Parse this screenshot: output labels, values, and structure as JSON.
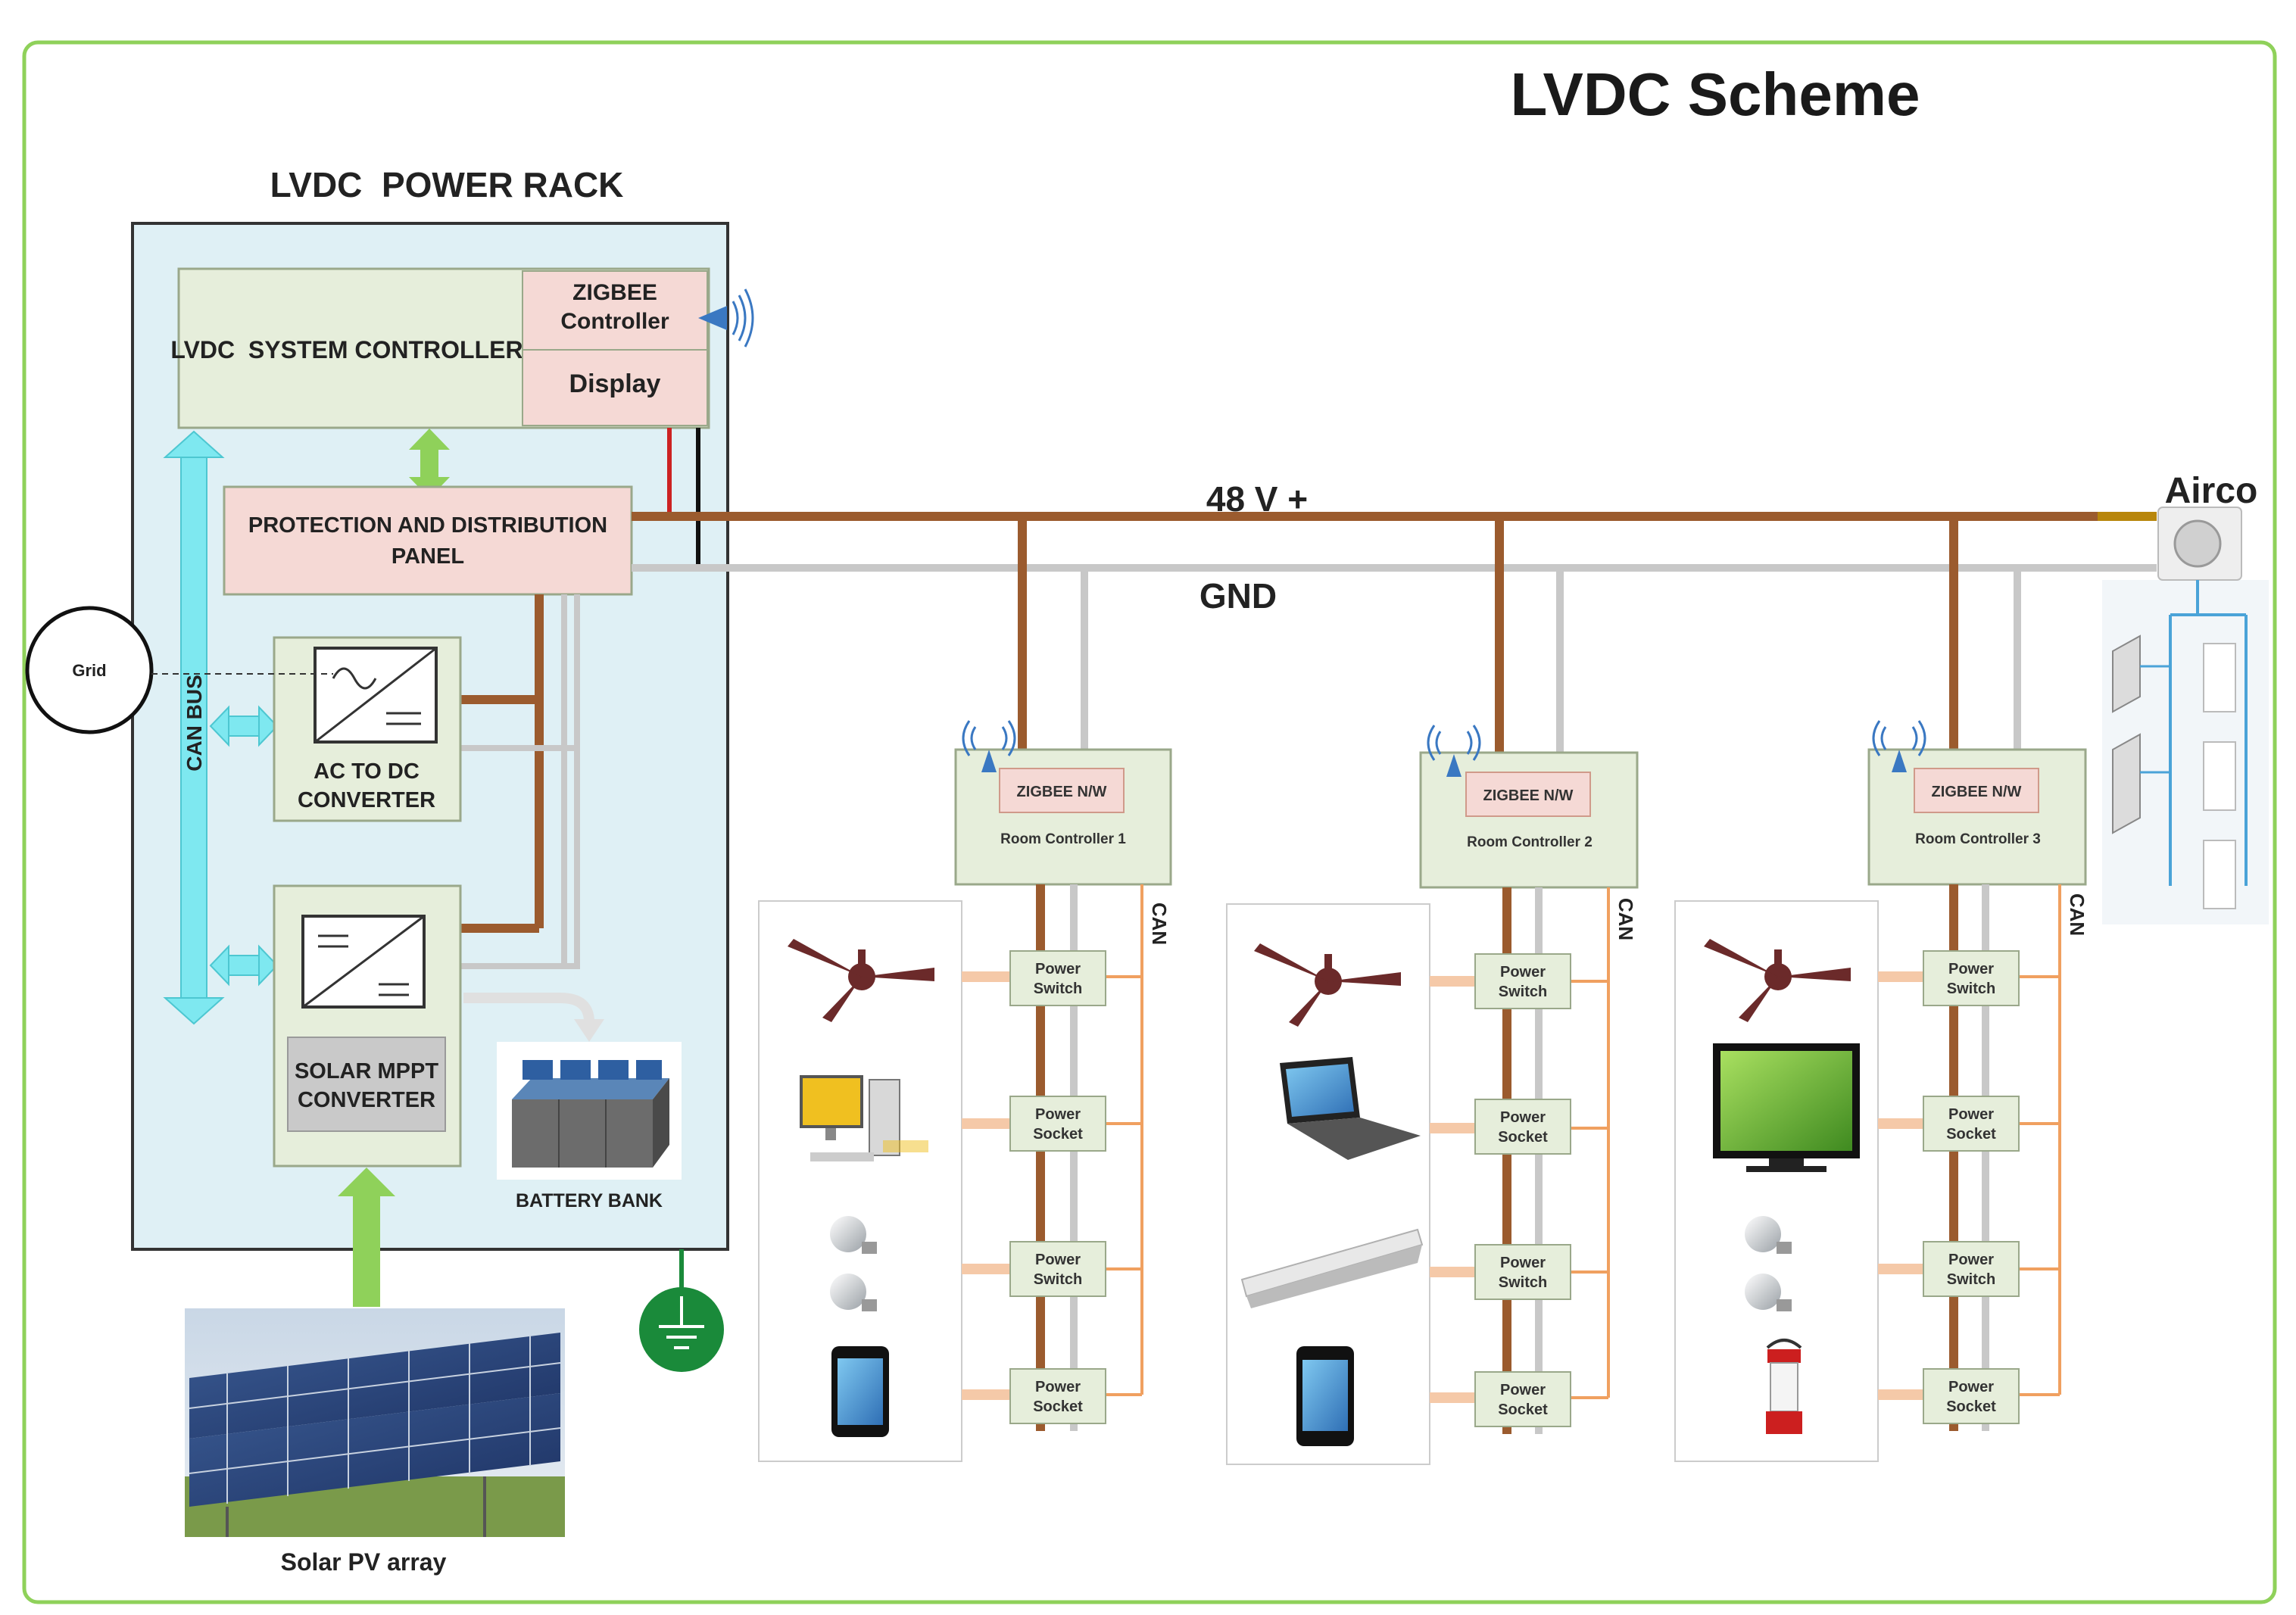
{
  "title": "LVDC Scheme",
  "rack": {
    "title": "LVDC  POWER RACK",
    "system_controller": "LVDC  SYSTEM CONTROLLER",
    "zigbee_controller": [
      "ZIGBEE",
      "Controller"
    ],
    "display": "Display",
    "protection_panel": [
      "PROTECTION AND DISTRIBUTION",
      "PANEL"
    ],
    "can_bus": "CAN BUS",
    "ac_dc": [
      "AC TO DC",
      "CONVERTER"
    ],
    "solar_mppt": [
      "SOLAR MPPT",
      "CONVERTER"
    ],
    "battery_bank": "BATTERY BANK"
  },
  "grid": "Grid",
  "solar_array": "Solar PV array",
  "bus": {
    "positive": "48 V +",
    "ground": "GND"
  },
  "airco": "Airco",
  "rooms": [
    {
      "zigbee": "ZIGBEE N/W",
      "controller": "Room Controller 1",
      "can": "CAN",
      "switches": [
        [
          "Power",
          "Switch"
        ],
        [
          "Power",
          "Socket"
        ],
        [
          "Power",
          "Switch"
        ],
        [
          "Power",
          "Socket"
        ]
      ]
    },
    {
      "zigbee": "ZIGBEE N/W",
      "controller": "Room Controller 2",
      "can": "CAN",
      "switches": [
        [
          "Power",
          "Switch"
        ],
        [
          "Power",
          "Socket"
        ],
        [
          "Power",
          "Switch"
        ],
        [
          "Power",
          "Socket"
        ]
      ]
    },
    {
      "zigbee": "ZIGBEE N/W",
      "controller": "Room Controller 3",
      "can": "CAN",
      "switches": [
        [
          "Power",
          "Switch"
        ],
        [
          "Power",
          "Socket"
        ],
        [
          "Power",
          "Switch"
        ],
        [
          "Power",
          "Socket"
        ]
      ]
    }
  ],
  "colors": {
    "positive_wire": "#9b5b2e",
    "ground_wire": "#c8c8c8",
    "can_wire": "#f0a060",
    "border": "#8fd15a",
    "can_bus": "#7ee8f0",
    "rack_bg": "#dff0f5",
    "module_bg": "#e6eedb",
    "pink_box": "#f5d9d5"
  }
}
